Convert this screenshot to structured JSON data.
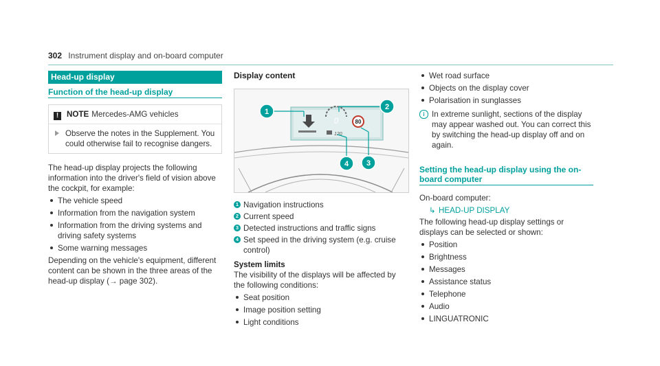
{
  "header": {
    "page_number": "302",
    "title": "Instrument display and on-board computer"
  },
  "col1": {
    "banner": "Head-up display",
    "subhead": "Function of the head-up display",
    "note": {
      "icon": "!",
      "label": "NOTE",
      "title": "Mercedes-AMG vehicles",
      "body": "Observe the notes in the Supplement. You could otherwise fail to recognise dangers."
    },
    "intro": "The head-up display projects the following information into the driver's field of vision above the cockpit, for example:",
    "items": [
      "The vehicle speed",
      "Information from the navigation system",
      "Information from the driving systems and driving safety systems",
      "Some warning messages"
    ],
    "outro": "Depending on the vehicle's equipment, different content can be shown in the three areas of the head-up display (→ page 302)."
  },
  "col2": {
    "title": "Display content",
    "figure": {
      "callouts": [
        "1",
        "2",
        "3",
        "4"
      ],
      "speed_sign": "80",
      "set_speed": "120"
    },
    "legend": [
      {
        "n": "1",
        "text": "Navigation instructions"
      },
      {
        "n": "2",
        "text": "Current speed"
      },
      {
        "n": "3",
        "text": "Detected instructions and traffic signs"
      },
      {
        "n": "4",
        "text": "Set speed in the driving system (e.g. cruise control)"
      }
    ],
    "limits_title": "System limits",
    "limits_intro": "The visibility of the displays will be affected by the following conditions:",
    "limits_items": [
      "Seat position",
      "Image position setting",
      "Light conditions"
    ]
  },
  "col3": {
    "items": [
      "Wet road surface",
      "Objects on the display cover",
      "Polarisation in sunglasses"
    ],
    "info_icon": "i",
    "info": "In extreme sunlight, sections of the display may appear washed out. You can correct this by switching the head-up display off and on again.",
    "subhead": "Setting the head-up display using the on-board computer",
    "computer_label": "On-board computer:",
    "menu_arrow": "↳",
    "menu_path": "HEAD-UP DISPLAY",
    "desc": "The following head-up display settings or displays can be selected or shown:",
    "settings": [
      "Position",
      "Brightness",
      "Messages",
      "Assistance status",
      "Telephone",
      "Audio",
      "LINGUATRONIC"
    ]
  },
  "colors": {
    "accent": "#00a19d",
    "text": "#333333"
  }
}
